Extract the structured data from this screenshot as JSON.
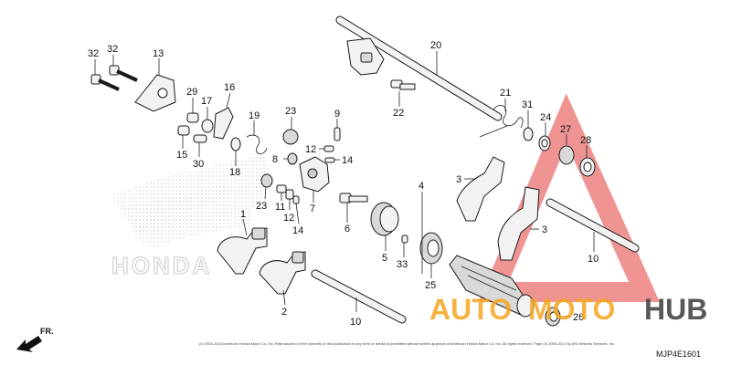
{
  "callouts": [
    {
      "id": "c32a",
      "text": "32"
    },
    {
      "id": "c32b",
      "text": "32"
    },
    {
      "id": "c13",
      "text": "13"
    },
    {
      "id": "c29",
      "text": "29"
    },
    {
      "id": "c17",
      "text": "17"
    },
    {
      "id": "c16",
      "text": "16"
    },
    {
      "id": "c15",
      "text": "15"
    },
    {
      "id": "c30",
      "text": "30"
    },
    {
      "id": "c19",
      "text": "19"
    },
    {
      "id": "c18",
      "text": "18"
    },
    {
      "id": "c23a",
      "text": "23"
    },
    {
      "id": "c9",
      "text": "9"
    },
    {
      "id": "c12a",
      "text": "12"
    },
    {
      "id": "c14a",
      "text": "14"
    },
    {
      "id": "c8",
      "text": "8"
    },
    {
      "id": "c7",
      "text": "7"
    },
    {
      "id": "c23b",
      "text": "23"
    },
    {
      "id": "c11",
      "text": "11"
    },
    {
      "id": "c12b",
      "text": "12"
    },
    {
      "id": "c14b",
      "text": "14"
    },
    {
      "id": "c1",
      "text": "1"
    },
    {
      "id": "c2",
      "text": "2"
    },
    {
      "id": "c10a",
      "text": "10"
    },
    {
      "id": "c6",
      "text": "6"
    },
    {
      "id": "c4",
      "text": "4"
    },
    {
      "id": "c5",
      "text": "5"
    },
    {
      "id": "c33",
      "text": "33"
    },
    {
      "id": "c25",
      "text": "25"
    },
    {
      "id": "c20",
      "text": "20"
    },
    {
      "id": "c22",
      "text": "22"
    },
    {
      "id": "c21",
      "text": "21"
    },
    {
      "id": "c31",
      "text": "31"
    },
    {
      "id": "c24",
      "text": "24"
    },
    {
      "id": "c27",
      "text": "27"
    },
    {
      "id": "c28",
      "text": "28"
    },
    {
      "id": "c3a",
      "text": "3"
    },
    {
      "id": "c3b",
      "text": "3"
    },
    {
      "id": "c10b",
      "text": "10"
    },
    {
      "id": "c26",
      "text": "26"
    }
  ],
  "direction_label": "FR.",
  "diagram_code": "MJP4E1601",
  "copyright": "(c) 2003-2016 American Honda Motor Co. Inc. Reproduction of the contents of this publication in any form or media is prohibited without written approval of American Honda Motor Co. Inc. All rights reserved. Page (c) 2000-2017 by ARI Network Services, Inc.",
  "background_logo": "HONDA",
  "watermark": {
    "text_a": "AUTO",
    "text_b": "MOTO",
    "text_c": "HUB",
    "color_orange": "#f5a623",
    "color_red": "#e23b3b",
    "color_gray": "#3b3b3b"
  }
}
